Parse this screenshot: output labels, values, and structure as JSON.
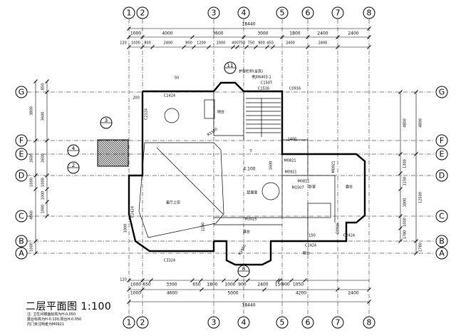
{
  "drawing_title": "二层平面图 1:100",
  "notes": [
    "注: 卫生间楼面标高为H-0.050",
    "露台标高为H-0.100,阳台H-0.050",
    "内门未注明者为M0921"
  ],
  "column_axes": [
    "1",
    "2",
    "3",
    "4",
    "5",
    "6",
    "7",
    "8"
  ],
  "row_axes": [
    "A",
    "B",
    "C",
    "D",
    "E",
    "F",
    "G"
  ],
  "dims_top_total": "18440",
  "dims_top_1": [
    "1000",
    "4000",
    "3600",
    "3000",
    "1800",
    "2400",
    "2400"
  ],
  "dims_top_2": [
    "1000",
    "800",
    "2400",
    "800",
    "1200",
    "2000",
    "400",
    "750",
    "750",
    "900",
    "450",
    "2400",
    "2400"
  ],
  "dims_bottom_1": [
    "1000",
    "650",
    "3300",
    "650",
    "1800",
    "1000",
    "900",
    "2400",
    "150",
    "900",
    "1050"
  ],
  "dims_bottom_2": [
    "1000",
    "4600",
    "5000",
    "4200",
    "2400"
  ],
  "dims_bottom_total": "18440",
  "dims_left_1": [
    "850",
    "3600",
    "2600",
    "1000",
    "1000",
    "1000"
  ],
  "dims_left_2": [
    "3800",
    "2600",
    "1000",
    "4860",
    "1000"
  ],
  "dims_right_1": [
    "4800",
    "1300",
    "1150",
    "1800",
    "1000",
    "1780"
  ],
  "dims_right_2": [
    "4800",
    "12500",
    "1780"
  ],
  "dims_edge": [
    "120",
    "120"
  ],
  "room_labels": [
    "吧台",
    "客厅上空",
    "起居室",
    "卧室",
    "露台",
    "露台",
    "阳台"
  ],
  "level_mark": "4.100",
  "door_window_tags": [
    "C2424",
    "C2224",
    "C1516",
    "C0916",
    "C2424",
    "C3324",
    "C2424",
    "M0821",
    "M0921",
    "M0821",
    "M3025",
    "M0921",
    "C0916",
    "C1507",
    "C2424"
  ],
  "detail_refs": [
    "3",
    "4",
    "2",
    "11",
    "8"
  ],
  "other_texts": [
    "护窗栏杆(全高)",
    "参J06403-1",
    "M1507",
    "R1500",
    "R1600",
    "下",
    "1400",
    "1600",
    "1280",
    "1000",
    "50",
    "200",
    "150"
  ]
}
